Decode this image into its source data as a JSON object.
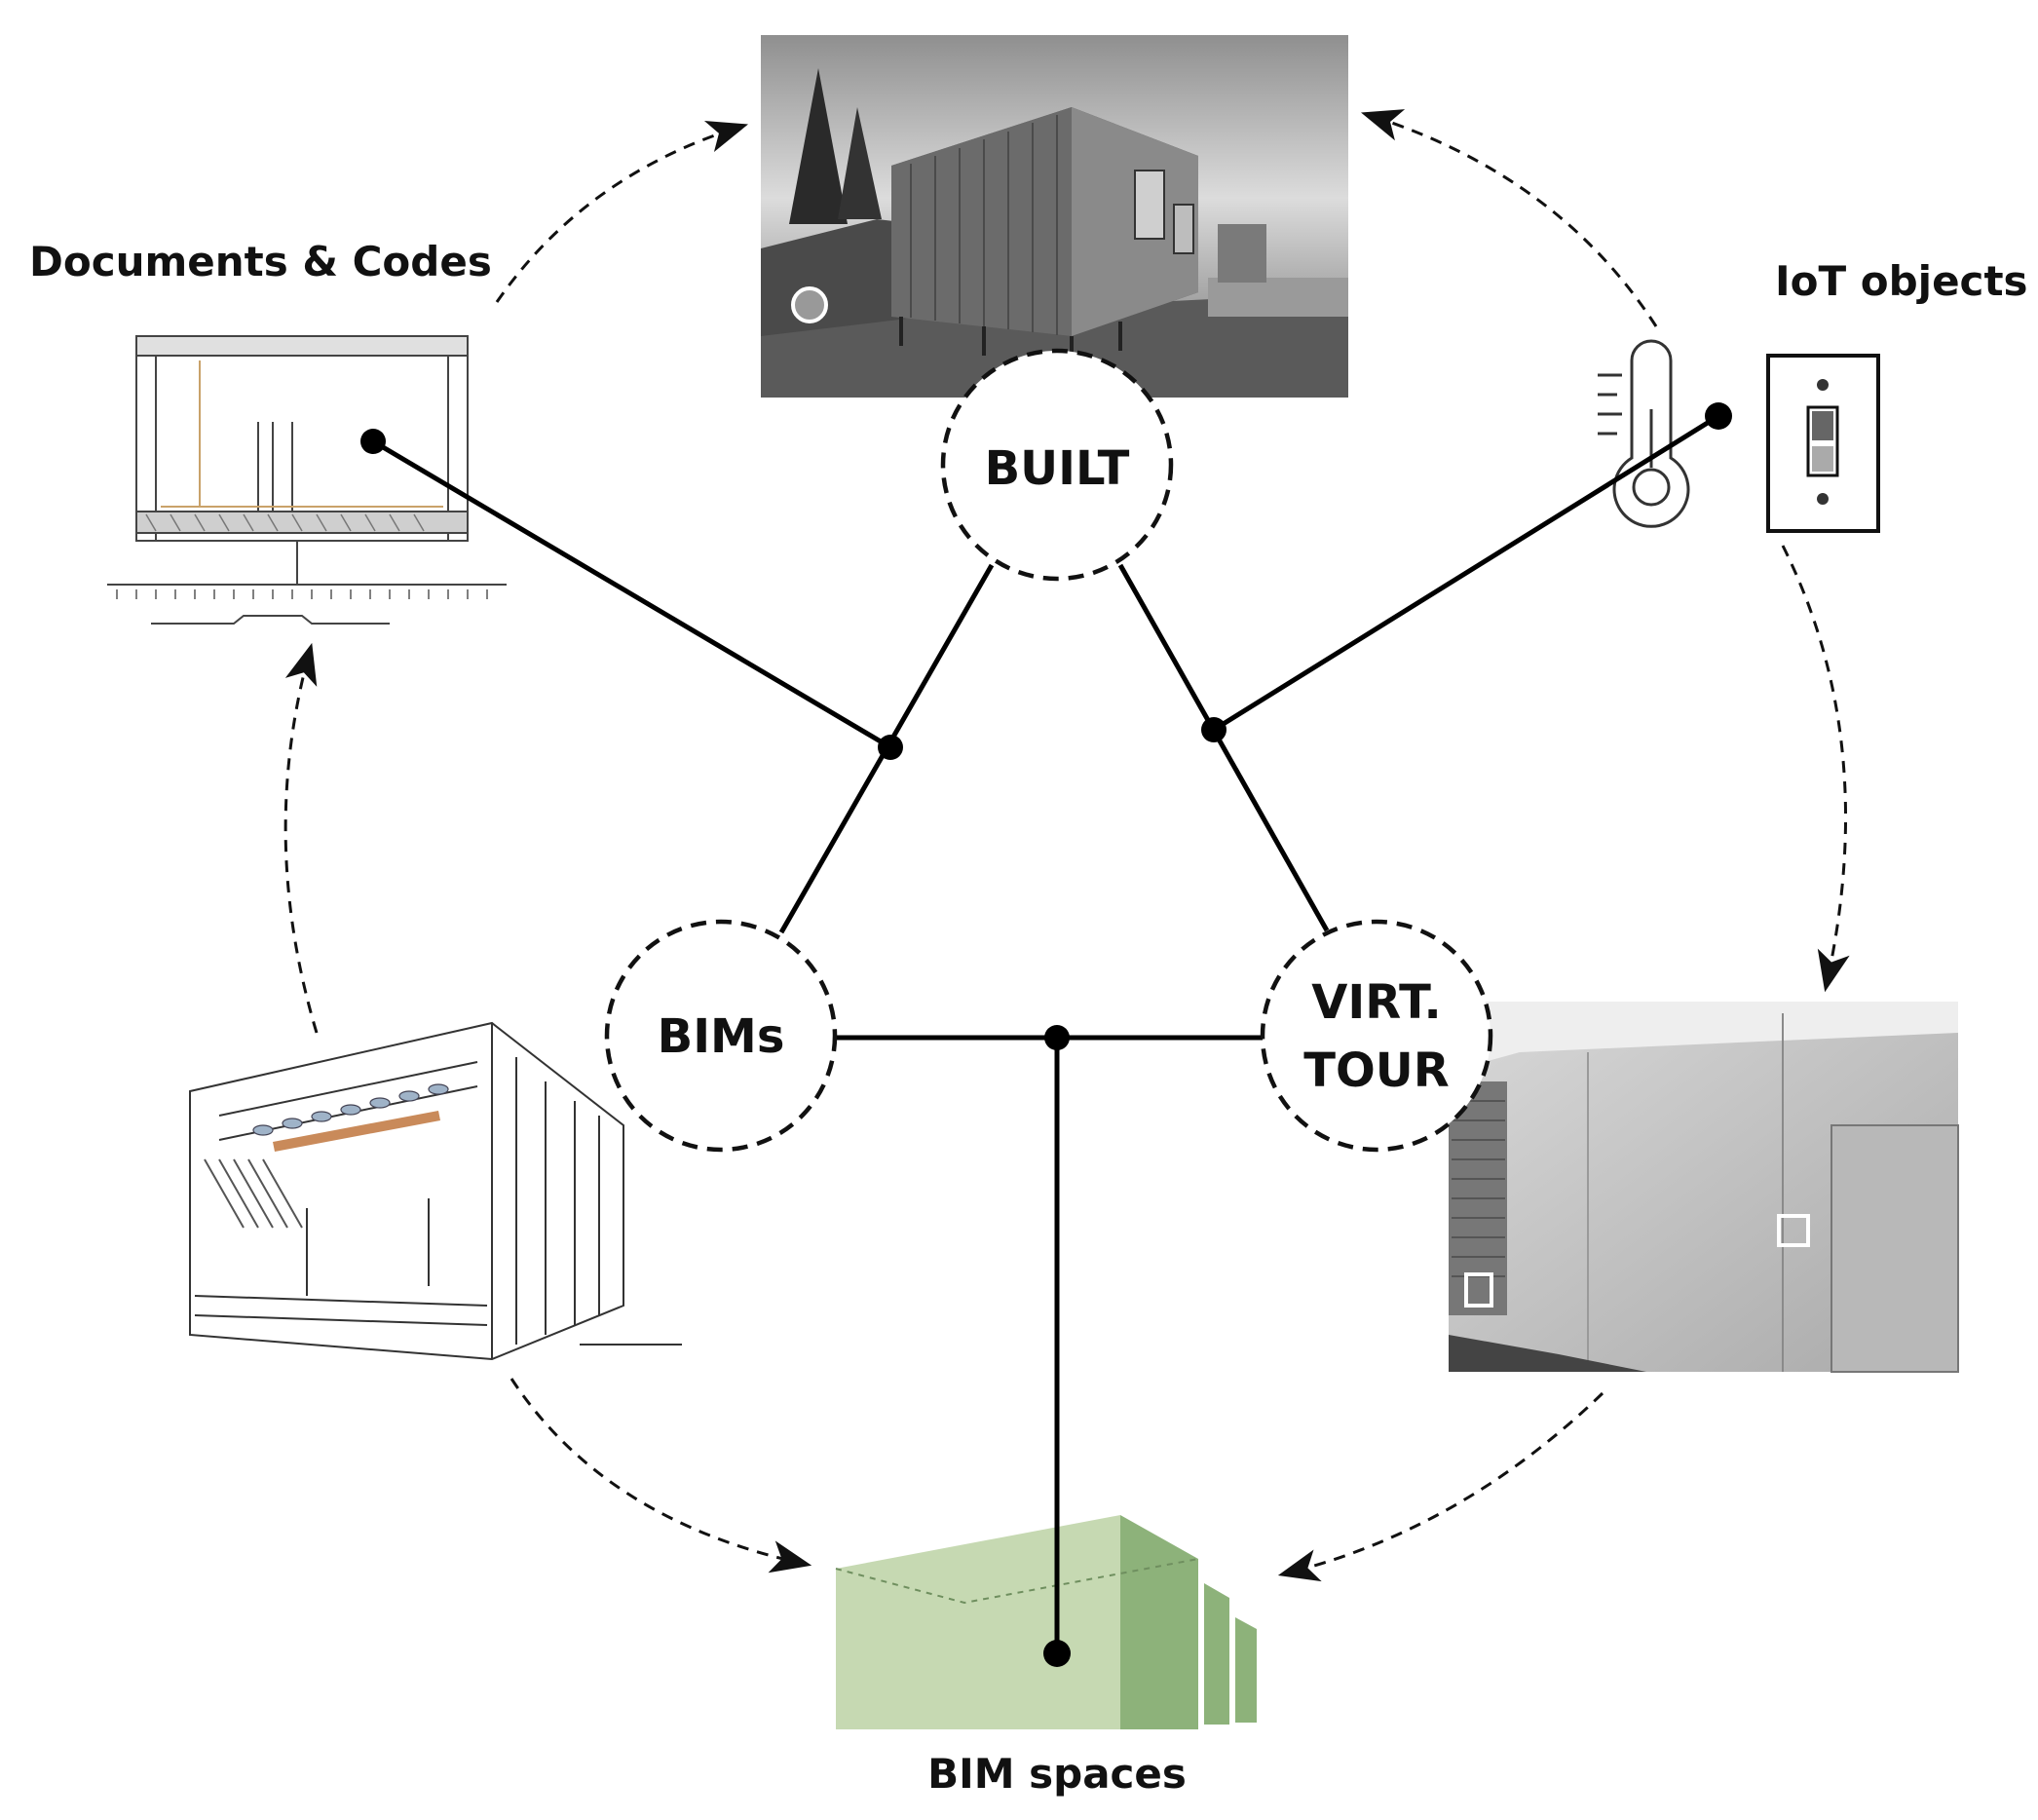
{
  "labels": {
    "documents": "Documents & Codes",
    "iot": "IoT objects",
    "bim_spaces": "BIM spaces"
  },
  "nodes": {
    "built": "BUILT",
    "bims": "BIMs",
    "virt_line1": "VIRT.",
    "virt_line2": "TOUR"
  },
  "colors": {
    "bim_space_light": "#c6d9b2",
    "bim_space_dark": "#8db27a",
    "photo_dark": "#3a3a3a",
    "photo_light": "#cfcfcf",
    "accent_orange": "#c98a5a"
  },
  "icons": [
    "thermometer-icon",
    "light-switch-icon"
  ]
}
